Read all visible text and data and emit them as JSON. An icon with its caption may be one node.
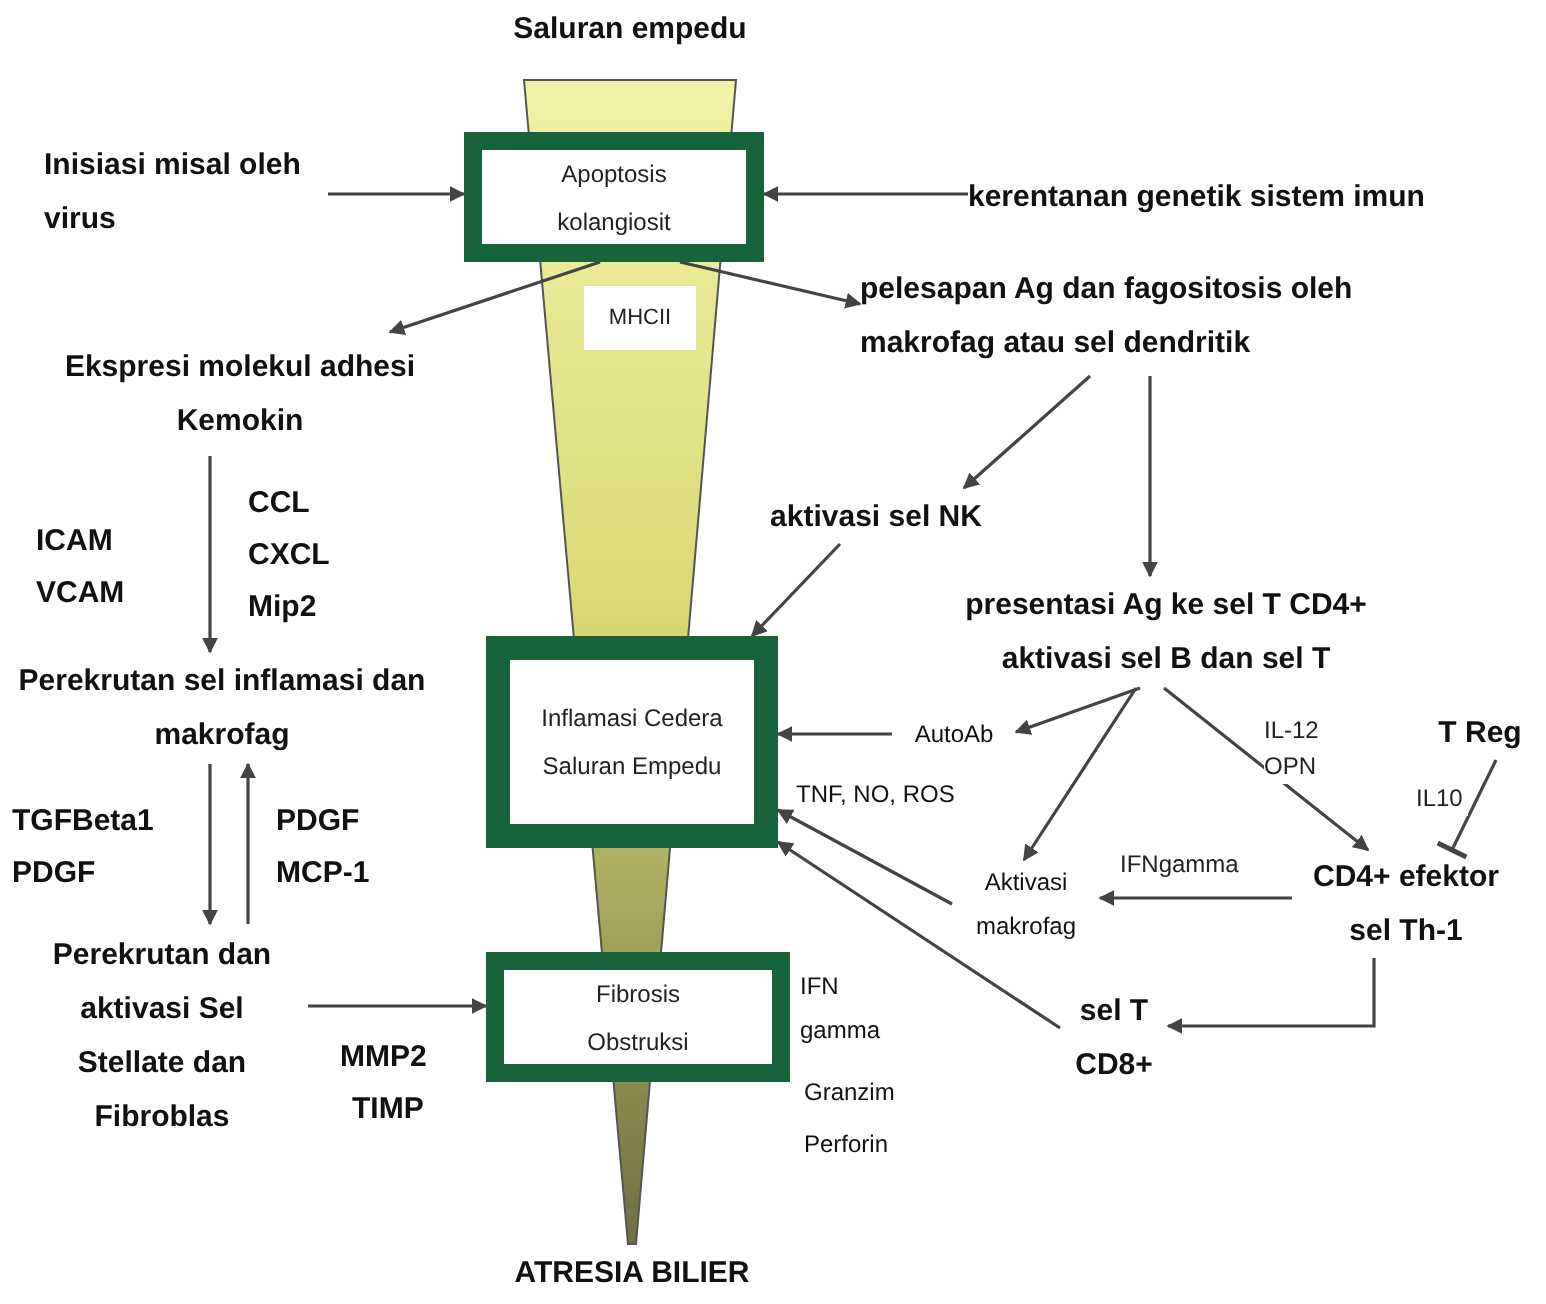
{
  "diagram": {
    "nodes": [
      {
        "text": [
          "Apoptosis kolangiosit"
        ]
      },
      {
        "text": [
          "Inisiasi misal oleh virus"
        ]
      },
      {
        "text": [
          "kerentanan genetik sistem imun"
        ]
      },
      {
        "text": [
          "Ekspresi molekul adhesi Kemokin"
        ]
      },
      {
        "text": [
          "pelesapan Ag dan fagositosis oleh makrofag atau sel dendritik"
        ]
      },
      {
        "text": [
          "aktivasi sel NK"
        ]
      },
      {
        "text": [
          "presentasi Ag ke sel T CD4+ aktivasi sel B dan sel T"
        ]
      },
      {
        "text": [
          "Perekrutan sel inflamasi dan makrofag"
        ]
      },
      {
        "text": [
          "Inflamasi Cedera Saluran Empedu"
        ]
      },
      {
        "text": [
          "AutoAb"
        ]
      },
      {
        "text": [
          "T Reg"
        ]
      },
      {
        "text": [
          "Aktivasi makrofag"
        ]
      },
      {
        "text": [
          "CD4+ efektor sel Th-1"
        ]
      },
      {
        "text": [
          "Perekrutan dan aktivasi Sel Stellate dan Fibroblas"
        ]
      },
      {
        "text": [
          "Fibrosis Obstruksi"
        ]
      },
      {
        "text": [
          "sel T CD8+"
        ]
      }
    ],
    "edges": [
      {
        "from": 1,
        "to": 0,
        "arrow": "to"
      },
      {
        "from": 2,
        "to": 0,
        "arrow": "to"
      },
      {
        "from": 0,
        "to": 3,
        "arrow": "to"
      },
      {
        "from": 0,
        "to": 4,
        "arrow": "to"
      },
      {
        "from": 4,
        "to": 5,
        "arrow": "to"
      },
      {
        "from": 4,
        "to": 6,
        "arrow": "to"
      },
      {
        "from": 5,
        "to": 8,
        "arrow": "to"
      },
      {
        "from": 3,
        "to": 7,
        "arrow": "to"
      },
      {
        "from": 7,
        "to": 13,
        "arrow": "to"
      },
      {
        "from": 13,
        "to": 7,
        "arrow": "to"
      },
      {
        "from": 9,
        "to": 8,
        "arrow": "to"
      },
      {
        "from": 6,
        "to": 9,
        "arrow": "to"
      },
      {
        "from": 6,
        "to": 11,
        "arrow": "to"
      },
      {
        "from": 6,
        "to": 12,
        "arrow": "to",
        "label": "IL-12 OPN"
      },
      {
        "from": 10,
        "to": 12,
        "arrow": "other",
        "label": "IL10"
      },
      {
        "from": 12,
        "to": 11,
        "arrow": "to",
        "label": "IFNgamma"
      },
      {
        "from": 11,
        "to": 8,
        "arrow": "to"
      },
      {
        "from": 12,
        "to": 15,
        "arrow": "to"
      },
      {
        "from": 15,
        "to": 8,
        "arrow": "to"
      },
      {
        "from": 13,
        "to": 14,
        "arrow": "to"
      }
    ],
    "labels": [
      "Saluran empedu",
      "MHCII",
      "ICAM",
      "VCAM",
      "CCL",
      "CXCL",
      "Mip2",
      "TGFBeta1",
      "PDGF",
      "PDGF",
      "MCP-1",
      "TNF, NO, ROS",
      "MMP2",
      "TIMP",
      "IFN gamma",
      "Granzim",
      "Perforin",
      "ATRESIA BILIER"
    ]
  }
}
